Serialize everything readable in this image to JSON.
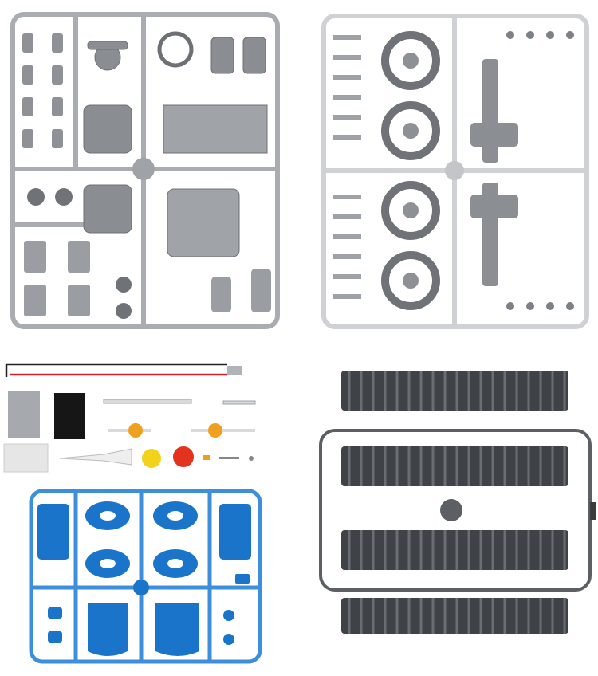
{
  "scene": {
    "subject": "robot-kit-plastic-parts",
    "panels": [
      {
        "id": "grey-sprue-mechanism-parts",
        "color": "#b9bcc0"
      },
      {
        "id": "silver-sprue-wheels",
        "color": "#d6d8da"
      },
      {
        "id": "loose-parts-wires-motor-gears"
      },
      {
        "id": "dark-grey-sprue-tracks",
        "color": "#5c5f63"
      },
      {
        "id": "blue-sprue-body-parts",
        "color": "#1a74c9"
      }
    ],
    "colors": {
      "grey_sprue": "#b9bcc0",
      "silver_sprue": "#d6d8da",
      "dark_grey_sprue": "#5c5f63",
      "blue_sprue": "#1a74c9",
      "gear_orange": "#f0a020",
      "gear_yellow": "#f2d21a",
      "gear_red": "#e3321e",
      "wire_red": "#d42020",
      "wire_black": "#202020"
    }
  }
}
